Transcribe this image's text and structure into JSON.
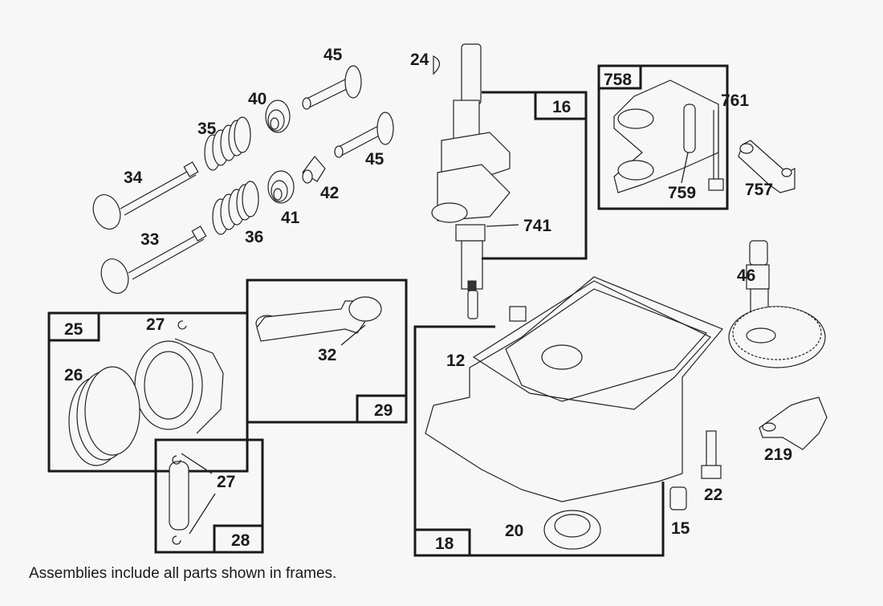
{
  "diagram": {
    "title": "Engine parts exploded view",
    "caption": "Assemblies include all parts shown in frames.",
    "frames": [
      {
        "id": "16",
        "label": "16"
      },
      {
        "id": "758",
        "label": "758"
      },
      {
        "id": "25",
        "label": "25"
      },
      {
        "id": "29",
        "label": "29"
      },
      {
        "id": "28",
        "label": "28"
      },
      {
        "id": "18",
        "label": "18"
      }
    ],
    "part_labels": {
      "p45a": "45",
      "p45b": "45",
      "p40": "40",
      "p35": "35",
      "p34": "34",
      "p42": "42",
      "p41": "41",
      "p36": "36",
      "p33": "33",
      "p24": "24",
      "p741": "741",
      "p759": "759",
      "p761": "761",
      "p757": "757",
      "p46": "46",
      "p27a": "27",
      "p26": "26",
      "p32": "32",
      "p27b": "27",
      "p12": "12",
      "p20": "20",
      "p15": "15",
      "p22": "22",
      "p219": "219"
    }
  }
}
